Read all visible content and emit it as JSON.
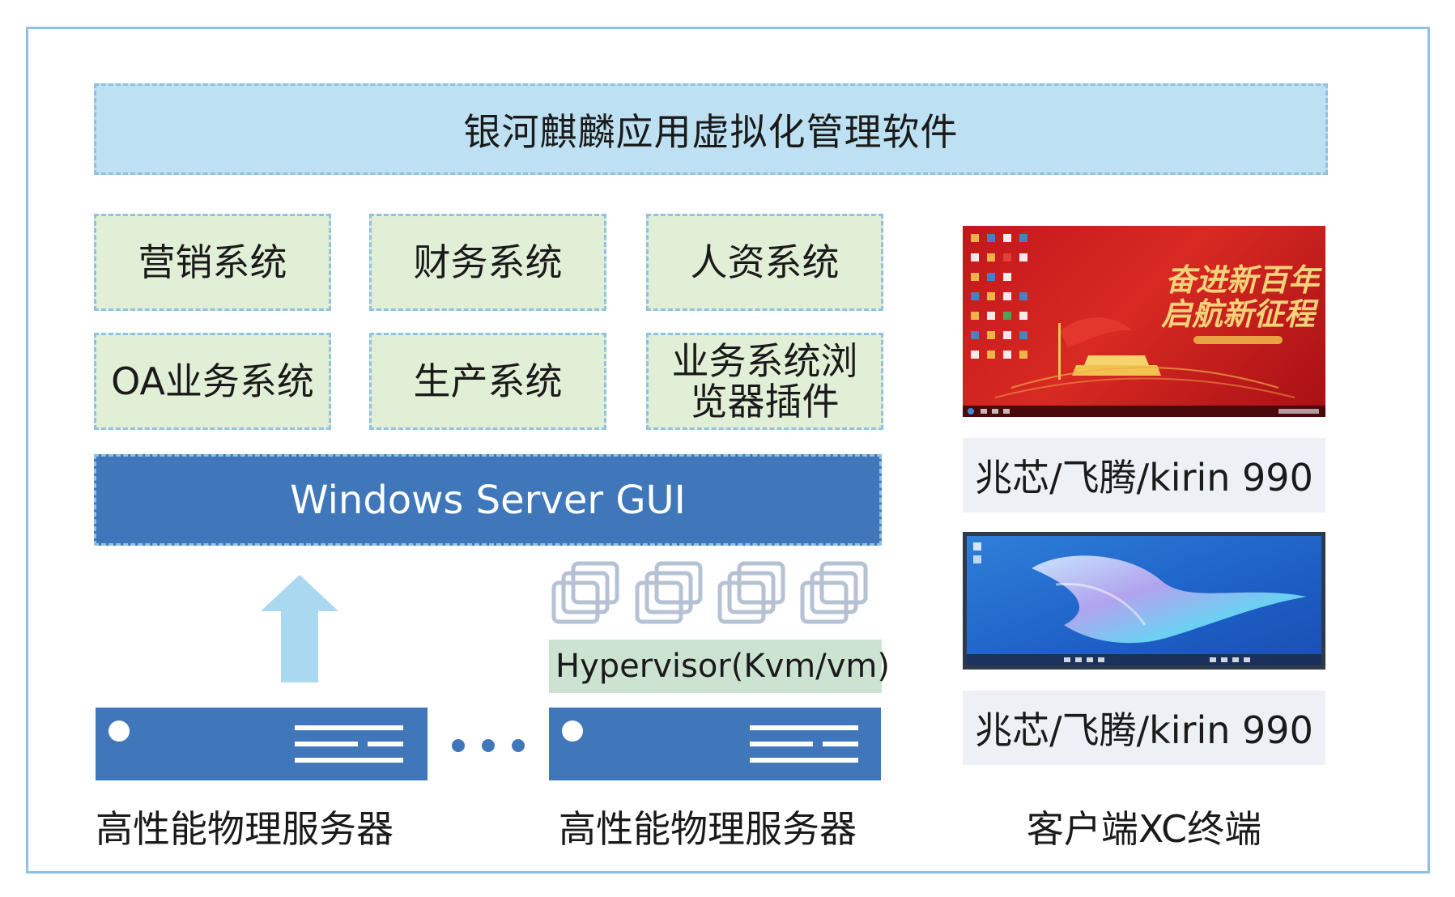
{
  "top_bar": {
    "label": "银河麒麟应用虚拟化管理软件"
  },
  "systems": [
    {
      "label": "营销系统"
    },
    {
      "label": "财务系统"
    },
    {
      "label": "人资系统"
    },
    {
      "label": "OA业务系统"
    },
    {
      "label": "生产系统"
    },
    {
      "label_line1": "业务系统浏",
      "label_line2": "览器插件"
    }
  ],
  "windows_bar": {
    "label": "Windows Server GUI"
  },
  "hypervisor": {
    "label": "Hypervisor(Kvm/vm)",
    "vm_icon_count": 4
  },
  "servers": [
    {
      "caption": "高性能物理服务器"
    },
    {
      "caption": "高性能物理服务器"
    }
  ],
  "clients": {
    "screens": [
      {
        "label": "兆芯/飞腾/kirin 990",
        "wallpaper_text_line1": "奋进新百年",
        "wallpaper_text_line2": "启航新征程"
      },
      {
        "label": "兆芯/飞腾/kirin 990"
      }
    ],
    "caption": "客户端XC终端"
  },
  "colors": {
    "frame_border": "#8fc1e3",
    "top_bar_fill": "#bde0f2",
    "system_fill": "#e2efd7",
    "windows_fill": "#3f77ba",
    "hypervisor_fill": "#cde3d2",
    "server_fill": "#3f77ba",
    "arrow_fill": "#a9d8f0",
    "client_label_fill": "#edf0f4"
  }
}
